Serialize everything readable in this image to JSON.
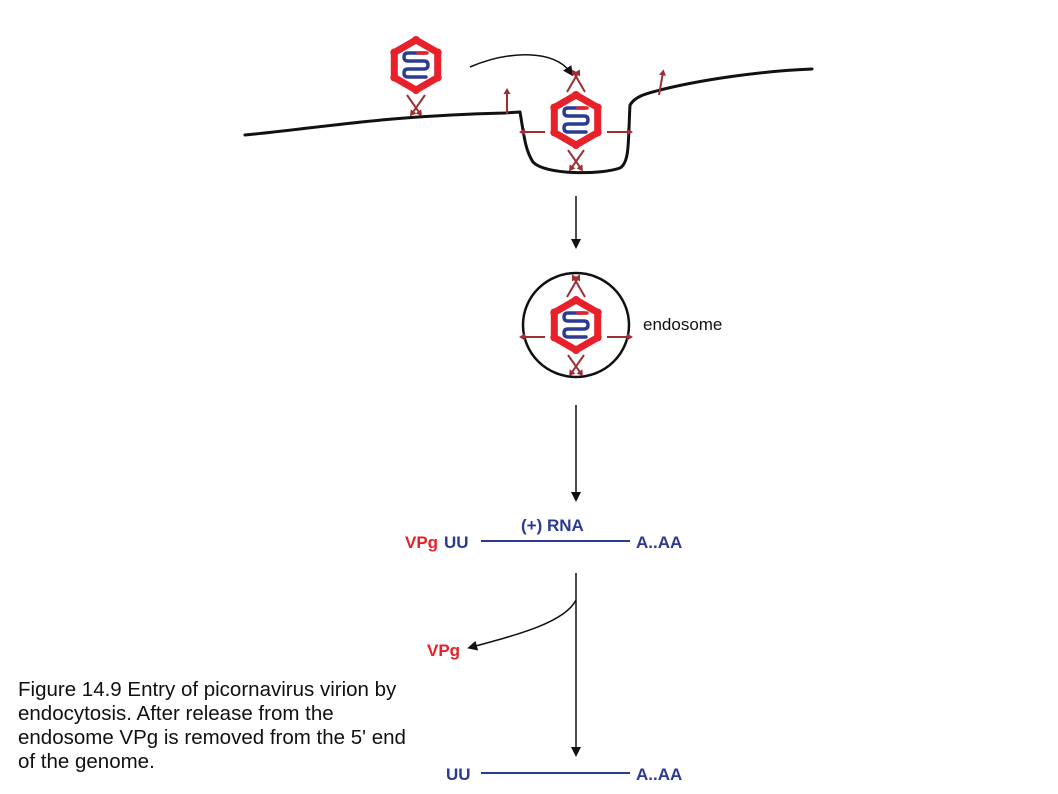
{
  "colors": {
    "capsid": "#e8202a",
    "rna": "#2b3a93",
    "receptor": "#9b2f35",
    "membrane": "#111111",
    "vpg": "#e8202a"
  },
  "labels": {
    "endosome": "endosome",
    "vpg_top": "VPg",
    "uu_top": "UU",
    "rna_strand": "(+) RNA",
    "polya_top": "A..AA",
    "vpg_released": "VPg",
    "uu_bottom": "UU",
    "polya_bottom": "A..AA"
  },
  "caption": "Figure 14.9 Entry of picornavirus virion by endocytosis. After release from the endosome VPg is removed from the 5' end of the genome."
}
